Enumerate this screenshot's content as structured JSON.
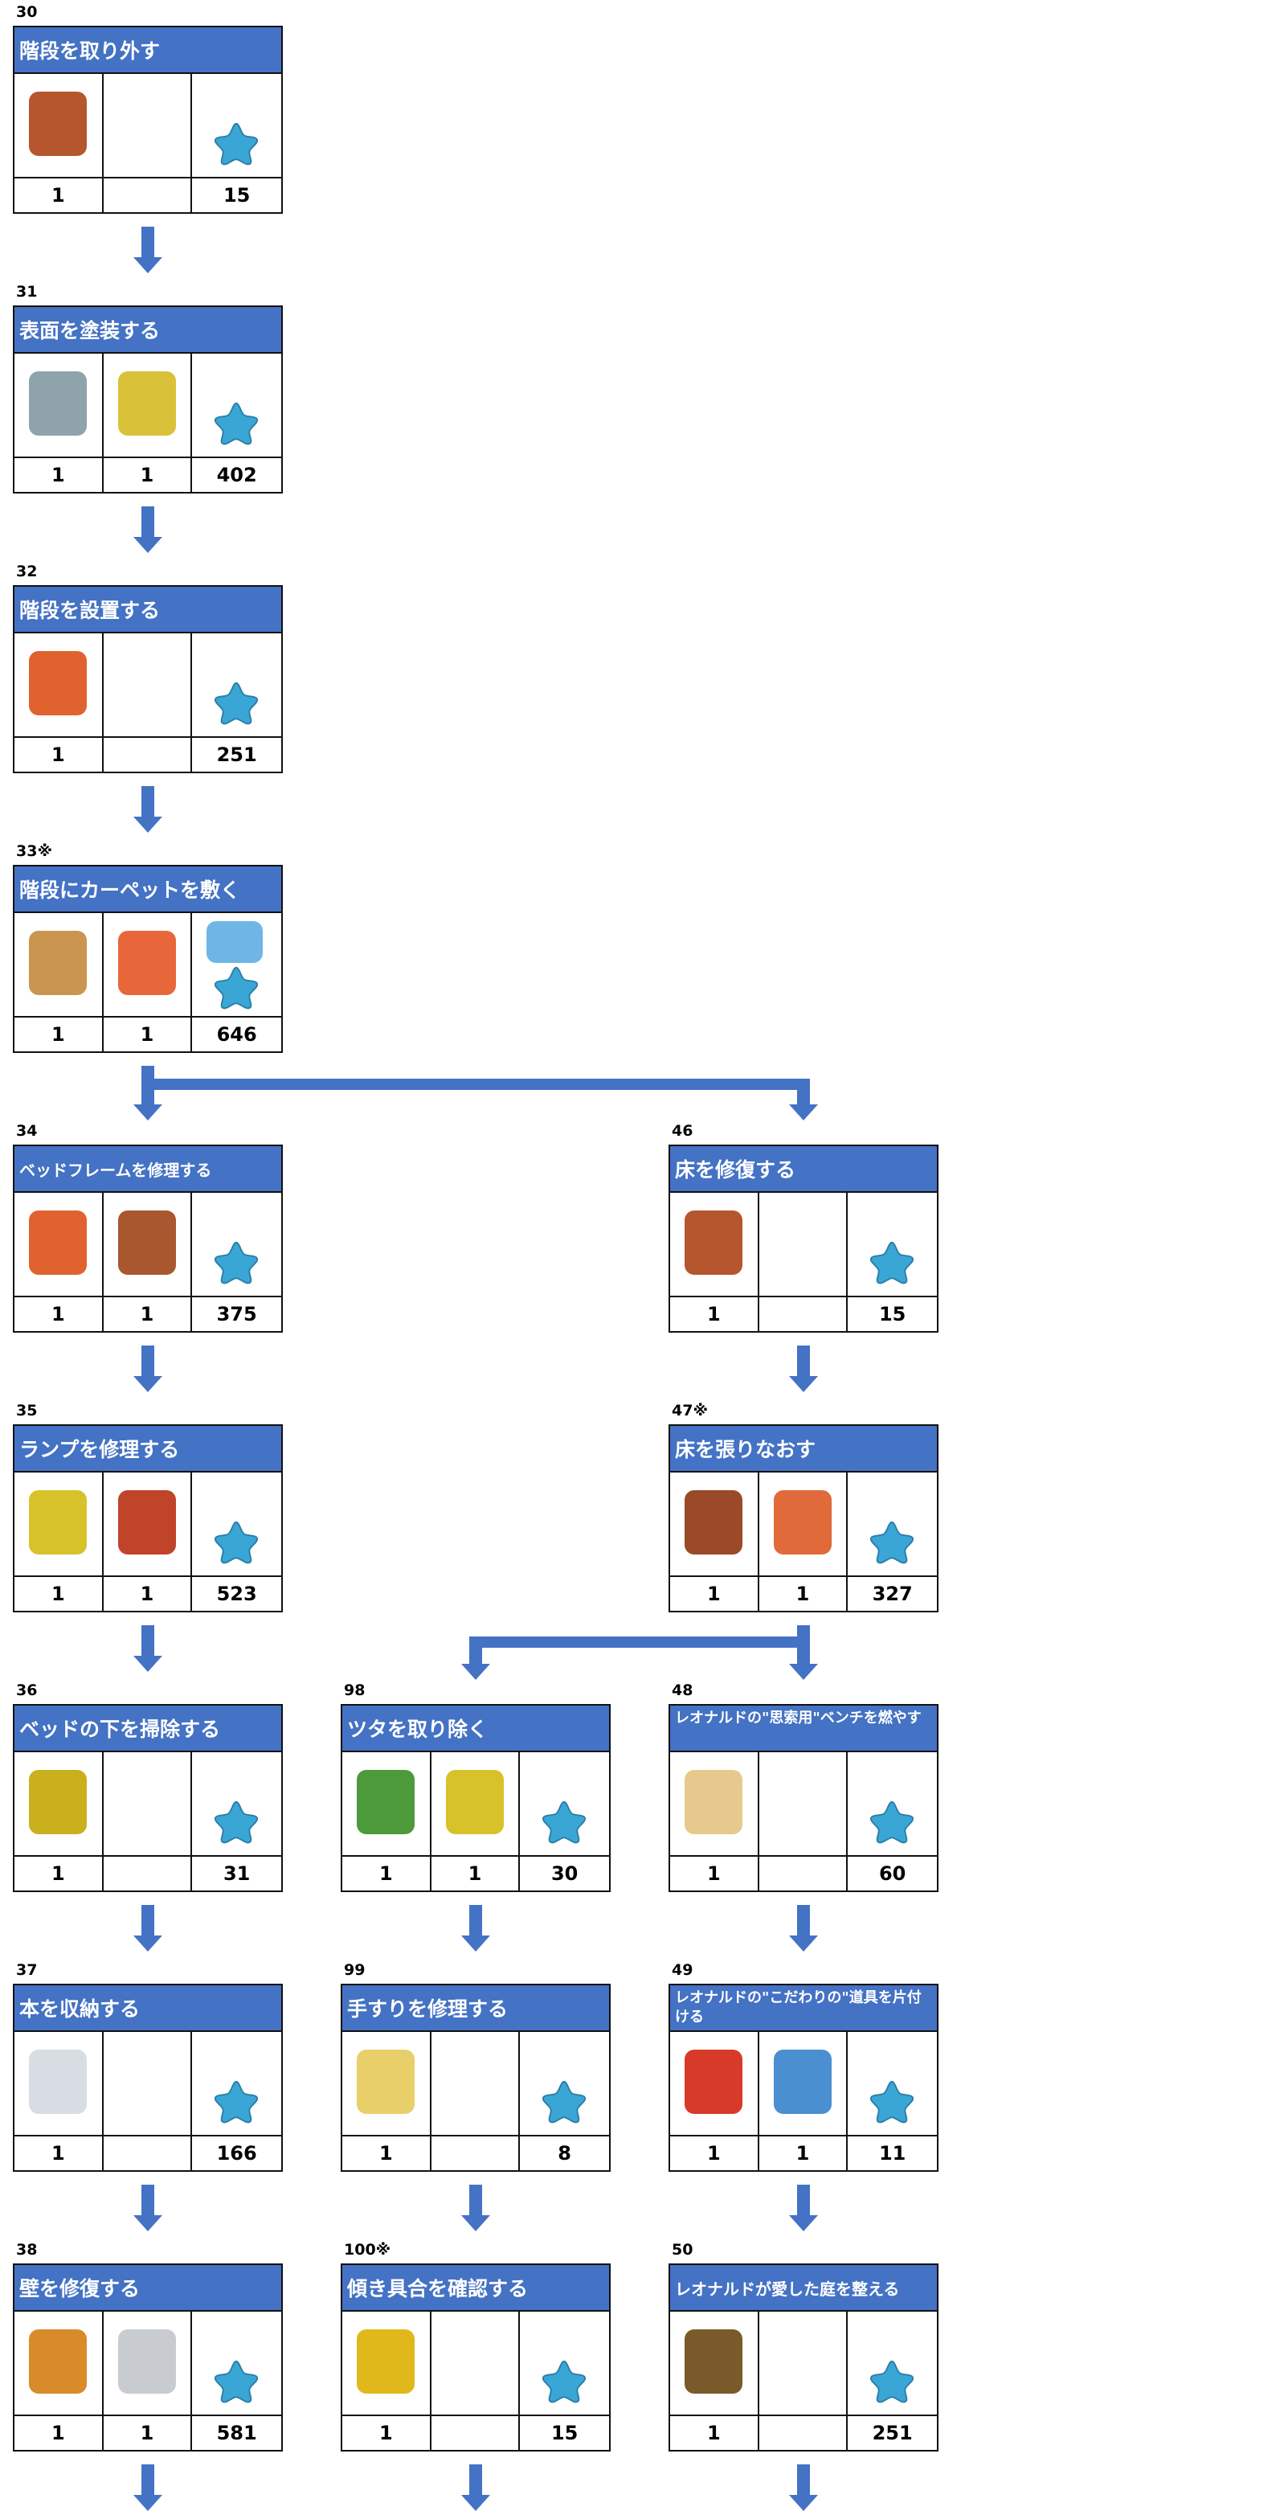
{
  "colors": {
    "header": "#4472c4",
    "arrow": "#4472c4",
    "star": "#3aa6d6"
  },
  "cards": [
    {
      "id": "30",
      "title": "階段を取り外す",
      "items": [
        "crowbar-icon",
        "",
        ""
      ],
      "counts": [
        "1",
        "",
        "15"
      ],
      "col": 0,
      "row": 0
    },
    {
      "id": "31",
      "title": "表面を塗装する",
      "items": [
        "paint-cans-icon",
        "saw-icon",
        ""
      ],
      "counts": [
        "1",
        "1",
        "402"
      ],
      "col": 0,
      "row": 1
    },
    {
      "id": "32",
      "title": "階段を設置する",
      "items": [
        "hammer-icon",
        "",
        ""
      ],
      "counts": [
        "1",
        "",
        "251"
      ],
      "col": 0,
      "row": 2
    },
    {
      "id": "33※",
      "title": "階段にカーペットを敷く",
      "items": [
        "fabric-shelf-icon",
        "screw-box-icon",
        "energy-box-icon"
      ],
      "counts": [
        "1",
        "1",
        "646"
      ],
      "col": 0,
      "row": 3
    },
    {
      "id": "34",
      "title": "ベッドフレームを修理する",
      "size": "sm",
      "items": [
        "hammer-icon",
        "logs-icon",
        ""
      ],
      "counts": [
        "1",
        "1",
        "375"
      ],
      "col": 0,
      "row": 4
    },
    {
      "id": "35",
      "title": "ランプを修理する",
      "items": [
        "gloves-icon",
        "oil-can-icon",
        ""
      ],
      "counts": [
        "1",
        "1",
        "523"
      ],
      "col": 0,
      "row": 5
    },
    {
      "id": "36",
      "title": "ベッドの下を掃除する",
      "items": [
        "vacuum-icon",
        "",
        ""
      ],
      "counts": [
        "1",
        "",
        "31"
      ],
      "col": 0,
      "row": 6
    },
    {
      "id": "37",
      "title": "本を収納する",
      "items": [
        "book-icon",
        "",
        ""
      ],
      "counts": [
        "1",
        "",
        "166"
      ],
      "col": 0,
      "row": 7
    },
    {
      "id": "38",
      "title": "壁を修復する",
      "items": [
        "tool-bucket-icon",
        "toolbox-icon",
        ""
      ],
      "counts": [
        "1",
        "1",
        "581"
      ],
      "col": 0,
      "row": 8
    },
    {
      "id": "46",
      "title": "床を修復する",
      "items": [
        "crowbar-icon",
        "",
        ""
      ],
      "counts": [
        "1",
        "",
        "15"
      ],
      "col": 2,
      "row": 4
    },
    {
      "id": "47※",
      "title": "床を張りなおす",
      "items": [
        "log-shelf-icon",
        "nail-box-icon",
        ""
      ],
      "counts": [
        "1",
        "1",
        "327"
      ],
      "col": 2,
      "row": 5
    },
    {
      "id": "98",
      "title": "ツタを取り除く",
      "items": [
        "pruning-shears-icon",
        "gloves-icon",
        ""
      ],
      "counts": [
        "1",
        "1",
        "30"
      ],
      "col": 1,
      "row": 6
    },
    {
      "id": "48",
      "title": "レオナルドの\"思索用\"ベンチを燃やす",
      "size": "two",
      "items": [
        "bench-icon",
        "",
        ""
      ],
      "counts": [
        "1",
        "",
        "60"
      ],
      "col": 2,
      "row": 6
    },
    {
      "id": "99",
      "title": "手すりを修理する",
      "items": [
        "cloth-icon",
        "",
        ""
      ],
      "counts": [
        "1",
        "",
        "8"
      ],
      "col": 1,
      "row": 7
    },
    {
      "id": "49",
      "title": "レオナルドの\"こだわりの\"道具を片付ける",
      "size": "two",
      "items": [
        "pocket-knife-icon",
        "bolts-icon",
        ""
      ],
      "counts": [
        "1",
        "1",
        "11"
      ],
      "col": 2,
      "row": 7
    },
    {
      "id": "100※",
      "title": "傾き具合を確認する",
      "items": [
        "level-icon",
        "",
        ""
      ],
      "counts": [
        "1",
        "",
        "15"
      ],
      "col": 1,
      "row": 8
    },
    {
      "id": "50",
      "title": "レオナルドが愛した庭を整える",
      "size": "sm",
      "items": [
        "rake-icon",
        "",
        ""
      ],
      "counts": [
        "1",
        "",
        "251"
      ],
      "col": 2,
      "row": 8
    }
  ]
}
